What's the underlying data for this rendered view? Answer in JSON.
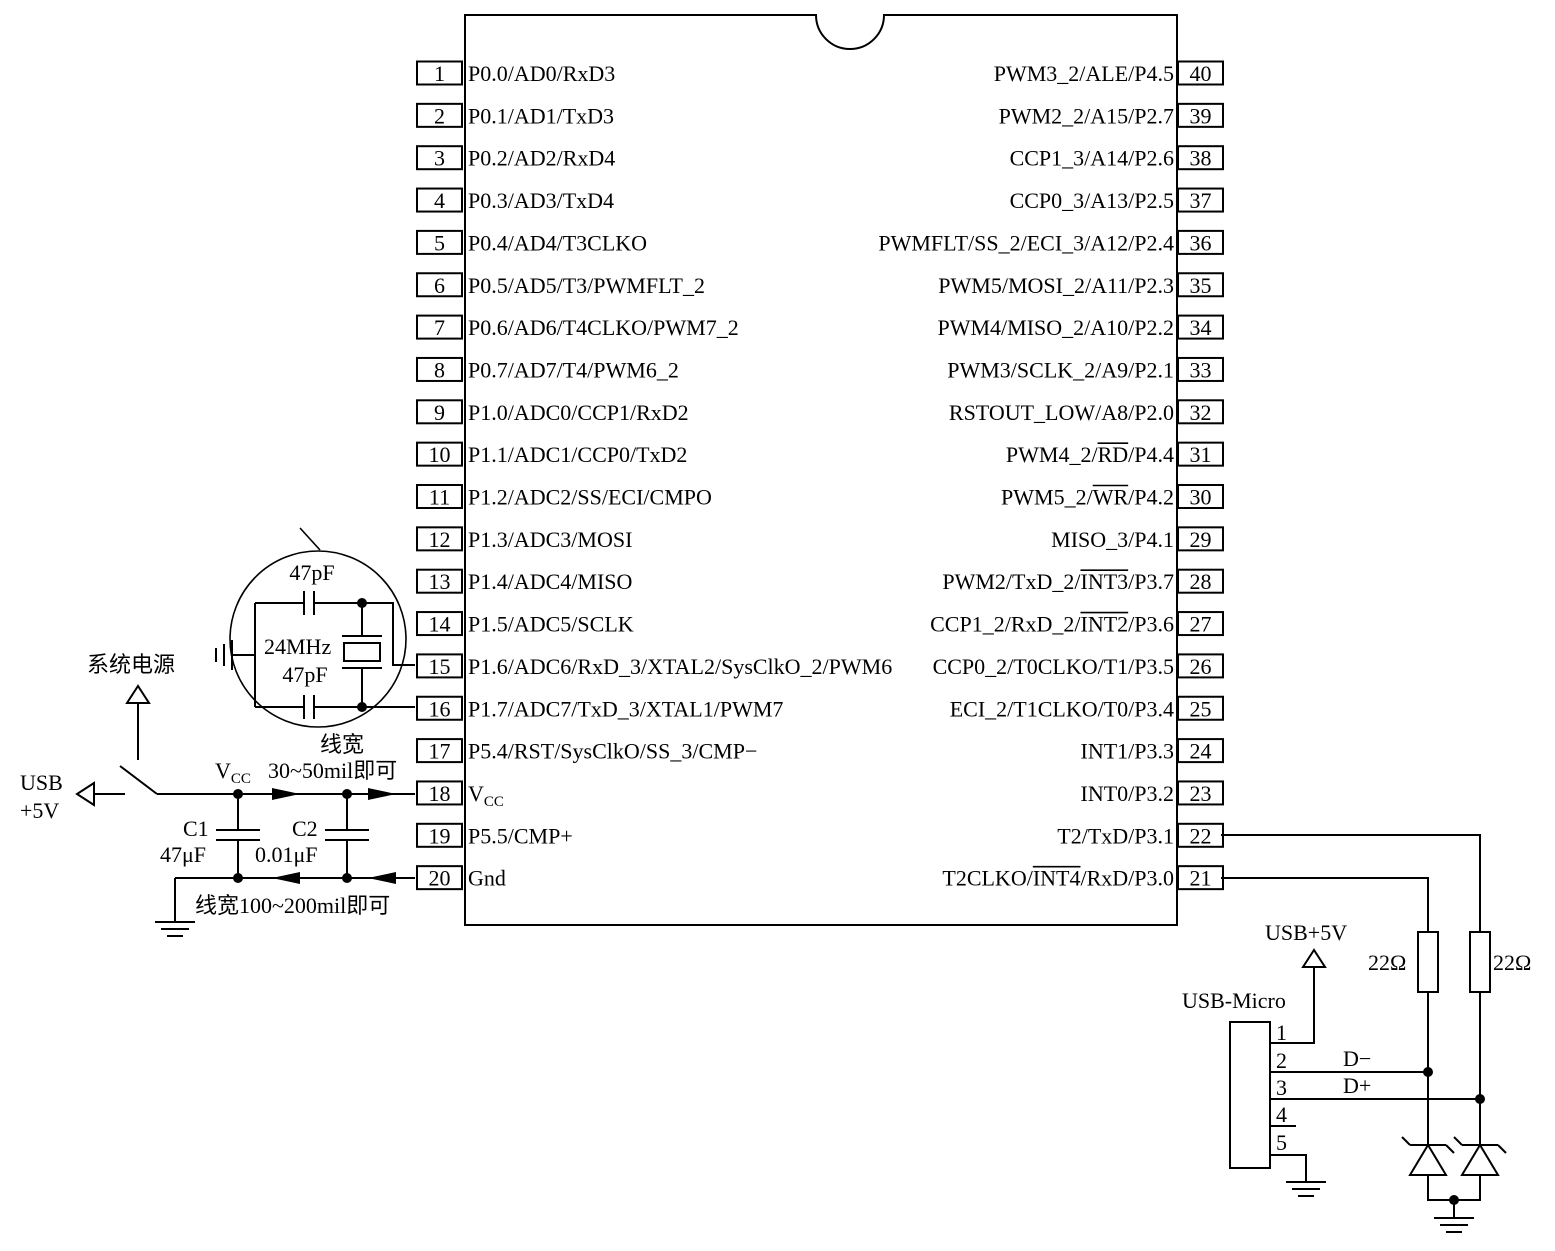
{
  "chip": {
    "left_pins": [
      {
        "num": "1",
        "label": "P0.0/AD0/RxD3"
      },
      {
        "num": "2",
        "label": "P0.1/AD1/TxD3"
      },
      {
        "num": "3",
        "label": "P0.2/AD2/RxD4"
      },
      {
        "num": "4",
        "label": "P0.3/AD3/TxD4"
      },
      {
        "num": "5",
        "label": "P0.4/AD4/T3CLKO"
      },
      {
        "num": "6",
        "label": "P0.5/AD5/T3/PWMFLT_2"
      },
      {
        "num": "7",
        "label": "P0.6/AD6/T4CLKO/PWM7_2"
      },
      {
        "num": "8",
        "label": "P0.7/AD7/T4/PWM6_2"
      },
      {
        "num": "9",
        "label": "P1.0/ADC0/CCP1/RxD2"
      },
      {
        "num": "10",
        "label": "P1.1/ADC1/CCP0/TxD2"
      },
      {
        "num": "11",
        "label": "P1.2/ADC2/SS/ECI/CMPO"
      },
      {
        "num": "12",
        "label": "P1.3/ADC3/MOSI"
      },
      {
        "num": "13",
        "label": "P1.4/ADC4/MISO"
      },
      {
        "num": "14",
        "label": "P1.5/ADC5/SCLK"
      },
      {
        "num": "15",
        "label": "P1.6/ADC6/RxD_3/XTAL2/SysClkO_2/PWM6"
      },
      {
        "num": "16",
        "label": "P1.7/ADC7/TxD_3/XTAL1/PWM7"
      },
      {
        "num": "17",
        "label": "P5.4/RST/SysClkO/SS_3/CMP−"
      },
      {
        "num": "18",
        "label": "V",
        "sub": "CC"
      },
      {
        "num": "19",
        "label": "P5.5/CMP+"
      },
      {
        "num": "20",
        "label": "Gnd"
      }
    ],
    "right_pins": [
      {
        "num": "40",
        "label": "PWM3_2/ALE/P4.5"
      },
      {
        "num": "39",
        "label": "PWM2_2/A15/P2.7"
      },
      {
        "num": "38",
        "label": "CCP1_3/A14/P2.6"
      },
      {
        "num": "37",
        "label": "CCP0_3/A13/P2.5"
      },
      {
        "num": "36",
        "label": "PWMFLT/SS_2/ECI_3/A12/P2.4"
      },
      {
        "num": "35",
        "label": "PWM5/MOSI_2/A11/P2.3"
      },
      {
        "num": "34",
        "label": "PWM4/MISO_2/A10/P2.2"
      },
      {
        "num": "33",
        "label": "PWM3/SCLK_2/A9/P2.1"
      },
      {
        "num": "32",
        "label": "RSTOUT_LOW/A8/P2.0"
      },
      {
        "num": "31",
        "label": "PWM4_2/RD/P4.4"
      },
      {
        "num": "30",
        "label": "PWM5_2/WR/P4.2"
      },
      {
        "num": "29",
        "label": "MISO_3/P4.1"
      },
      {
        "num": "28",
        "label": "PWM2/TxD_2/INT3/P3.7"
      },
      {
        "num": "27",
        "label": "CCP1_2/RxD_2/INT2/P3.6"
      },
      {
        "num": "26",
        "label": "CCP0_2/T0CLKO/T1/P3.5"
      },
      {
        "num": "25",
        "label": "ECI_2/T1CLKO/T0/P3.4"
      },
      {
        "num": "24",
        "label": "INT1/P3.3"
      },
      {
        "num": "23",
        "label": "INT0/P3.2"
      },
      {
        "num": "22",
        "label": "T2/TxD/P3.1"
      },
      {
        "num": "21",
        "label": "T2CLKO/INT4/RxD/P3.0"
      }
    ]
  },
  "crystal": {
    "cap_top": "47pF",
    "freq": "24MHz",
    "cap_bottom": "47pF"
  },
  "power": {
    "system_power": "系统电源",
    "usb_line1": "USB",
    "usb_line2": "+5V",
    "vcc_v": "V",
    "vcc_sub": "CC",
    "linewidth_1": "线宽",
    "linewidth_2": "30~50mil即可",
    "c1_name": "C1",
    "c1_value": "47μF",
    "c2_name": "C2",
    "c2_value": "0.01μF",
    "gnd_linewidth": "线宽100~200mil即可"
  },
  "usb": {
    "vbus_label": "USB+5V",
    "connector": "USB-Micro",
    "pins": [
      "1",
      "2",
      "3",
      "4",
      "5"
    ],
    "d_minus": "D−",
    "d_plus": "D+",
    "r1": "22Ω",
    "r2": "22Ω"
  }
}
